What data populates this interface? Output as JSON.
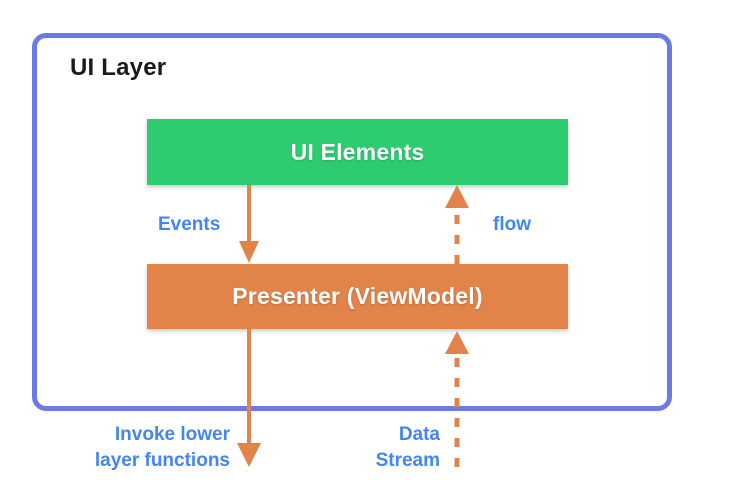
{
  "diagram": {
    "title": "UI Layer",
    "type": "layered-architecture-diagram",
    "container": {
      "label": "UI Layer",
      "border_color": "#6c7ae8"
    },
    "nodes": [
      {
        "id": "ui-elements",
        "label": "UI Elements",
        "color": "#2ECC71",
        "text_color": "#ffffff"
      },
      {
        "id": "presenter",
        "label": "Presenter (ViewModel)",
        "color": "#E2834A",
        "text_color": "#ffffff"
      }
    ],
    "edges": [
      {
        "id": "events",
        "label": "Events",
        "from": "ui-elements",
        "to": "presenter",
        "style": "solid",
        "direction": "down",
        "color": "#E2834A"
      },
      {
        "id": "flow",
        "label": "flow",
        "from": "presenter",
        "to": "ui-elements",
        "style": "dashed",
        "direction": "up",
        "color": "#E2834A"
      },
      {
        "id": "invoke-lower-layer",
        "label": "Invoke lower\nlayer functions",
        "from": "presenter",
        "to": "lower-layer",
        "style": "solid",
        "direction": "down",
        "color": "#E2834A"
      },
      {
        "id": "data-stream",
        "label": "Data\nStream",
        "from": "lower-layer",
        "to": "presenter",
        "style": "dashed",
        "direction": "up",
        "color": "#E2834A"
      }
    ],
    "label_color": "#4285F4"
  }
}
